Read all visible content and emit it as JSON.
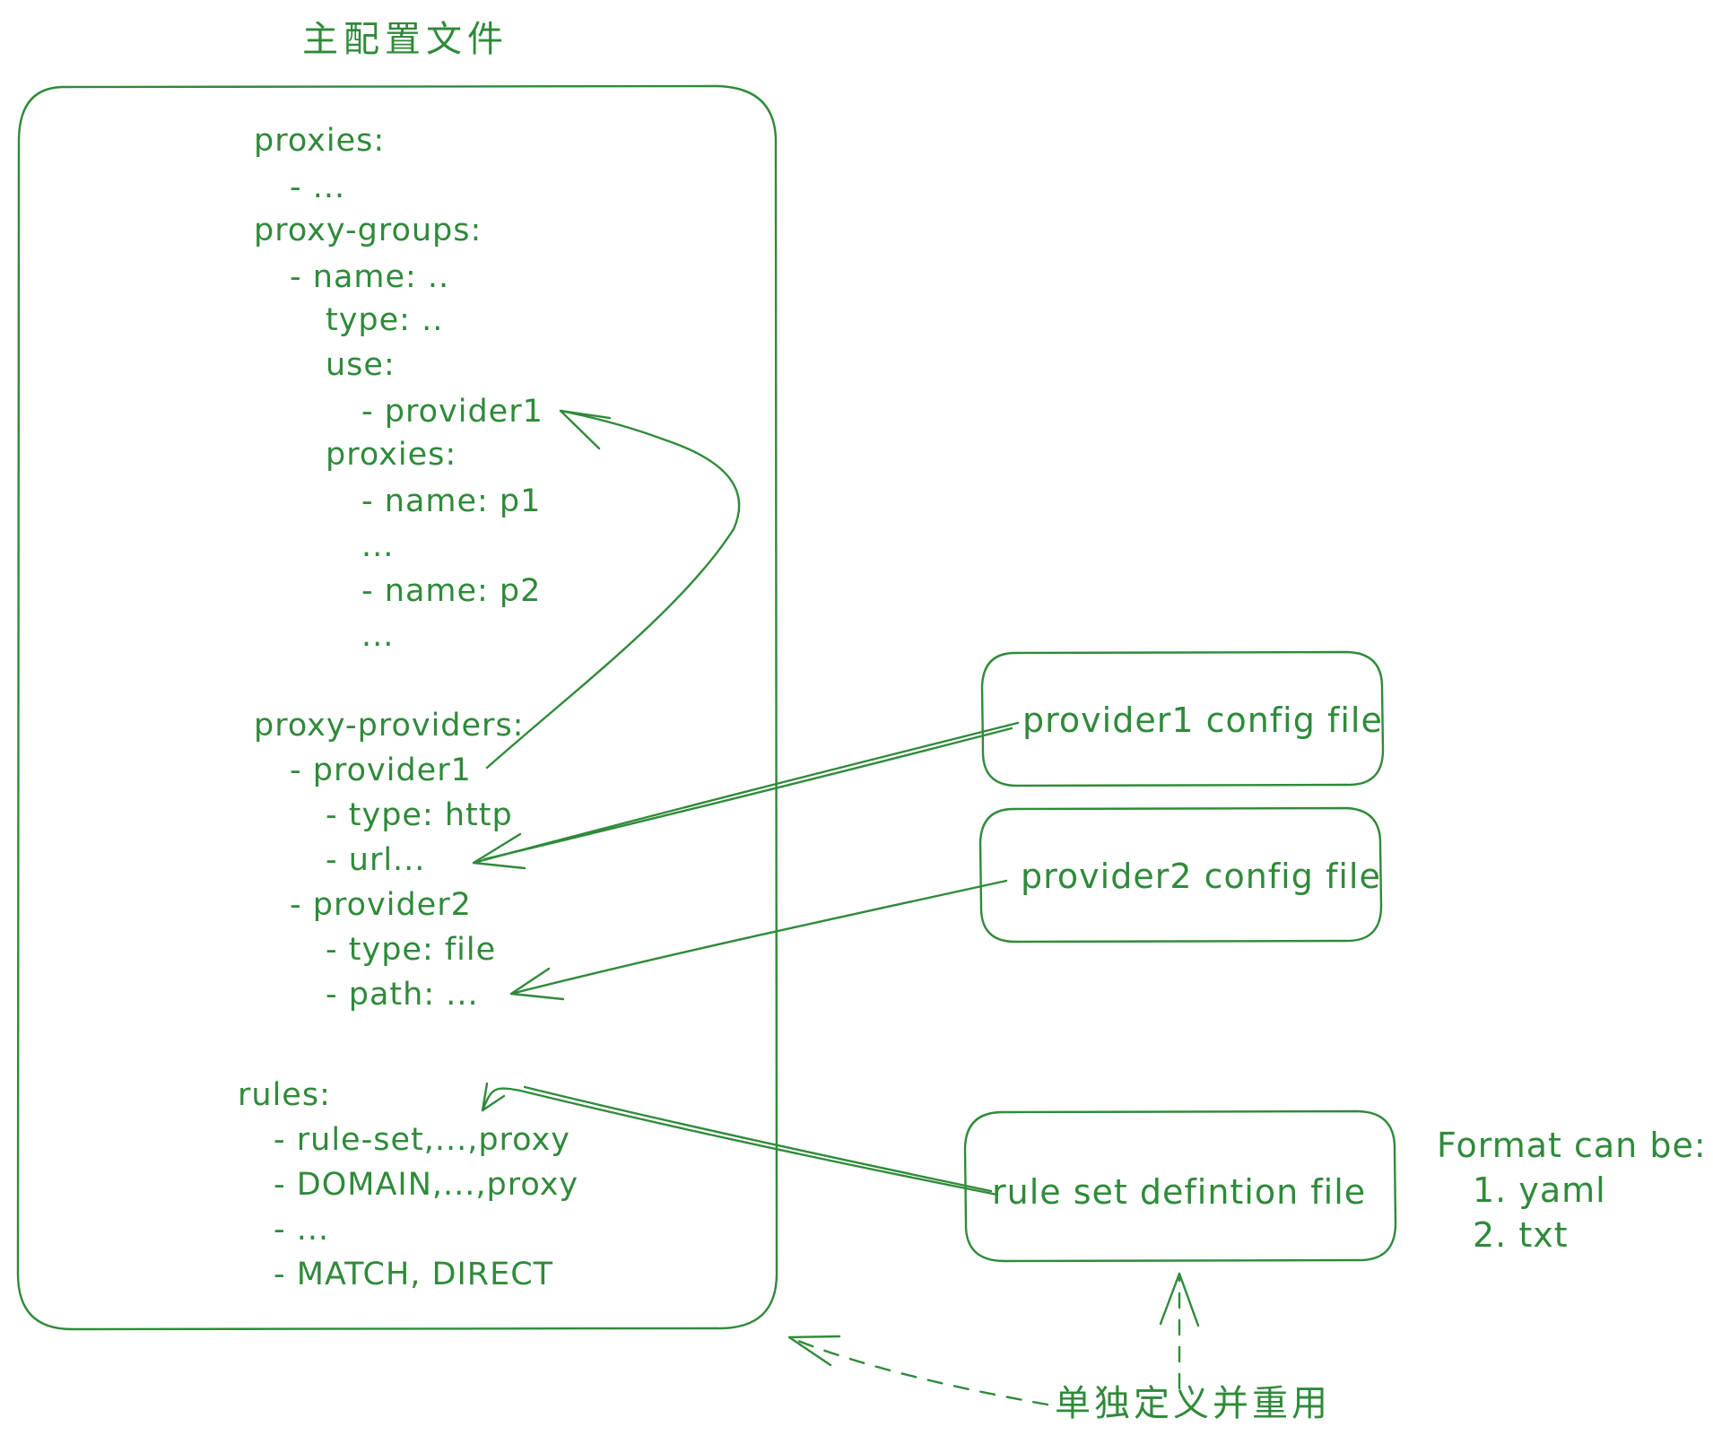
{
  "main_title": "主配置文件",
  "main_config_lines": [
    "proxies:",
    "- ...",
    "proxy-groups:",
    "- name: ..",
    "type: ..",
    "use:",
    "- provider1",
    "proxies:",
    "- name: p1",
    "...",
    "- name: p2",
    "...",
    "proxy-providers:",
    "- provider1",
    "- type: http",
    "- url...",
    "- provider2",
    "- type: file",
    "- path: ...",
    "rules:",
    "- rule-set,...,proxy",
    "- DOMAIN,...,proxy",
    "- ...",
    "- MATCH, DIRECT"
  ],
  "external_files": [
    {
      "label": "provider1 config file"
    },
    {
      "label": "provider2 config file"
    },
    {
      "label": "rule set defintion file"
    }
  ],
  "format_note": {
    "title": "Format can be:",
    "items": [
      "1. yaml",
      "2. txt"
    ]
  },
  "reuse_label": "单独定义并重用",
  "colors": {
    "stroke": "#2f8a3a",
    "background": "#ffffff"
  }
}
